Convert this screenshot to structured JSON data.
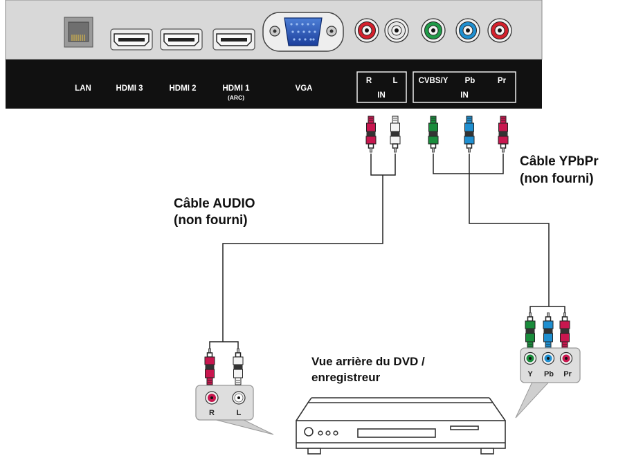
{
  "panel": {
    "labels": {
      "lan": "LAN",
      "hdmi3": "HDMI 3",
      "hdmi2": "HDMI 2",
      "hdmi1": "HDMI 1",
      "arc": "(ARC)",
      "vga": "VGA",
      "audio_r": "R",
      "audio_l": "L",
      "audio_in": "IN",
      "cvbs_y": "CVBS/Y",
      "pb": "Pb",
      "pr": "Pr",
      "video_in": "IN"
    }
  },
  "cables": {
    "audio_label_line1": "Câble AUDIO",
    "audio_label_line2": "(non fourni)",
    "ypbpr_label_line1": "Câble YPbPr",
    "ypbpr_label_line2": "(non fourni)"
  },
  "device": {
    "label_line1": "Vue arrière du DVD /",
    "label_line2": "enregistreur",
    "audio_jacks": {
      "r": "R",
      "l": "L"
    },
    "video_jacks": {
      "y": "Y",
      "pb": "Pb",
      "pr": "Pr"
    }
  },
  "colors": {
    "red": "#c8174f",
    "white": "#f4f4f4",
    "green": "#1a8c3c",
    "blue": "#1f8fd0",
    "panel_grey": "#d8d8d8",
    "panel_black": "#111111"
  }
}
